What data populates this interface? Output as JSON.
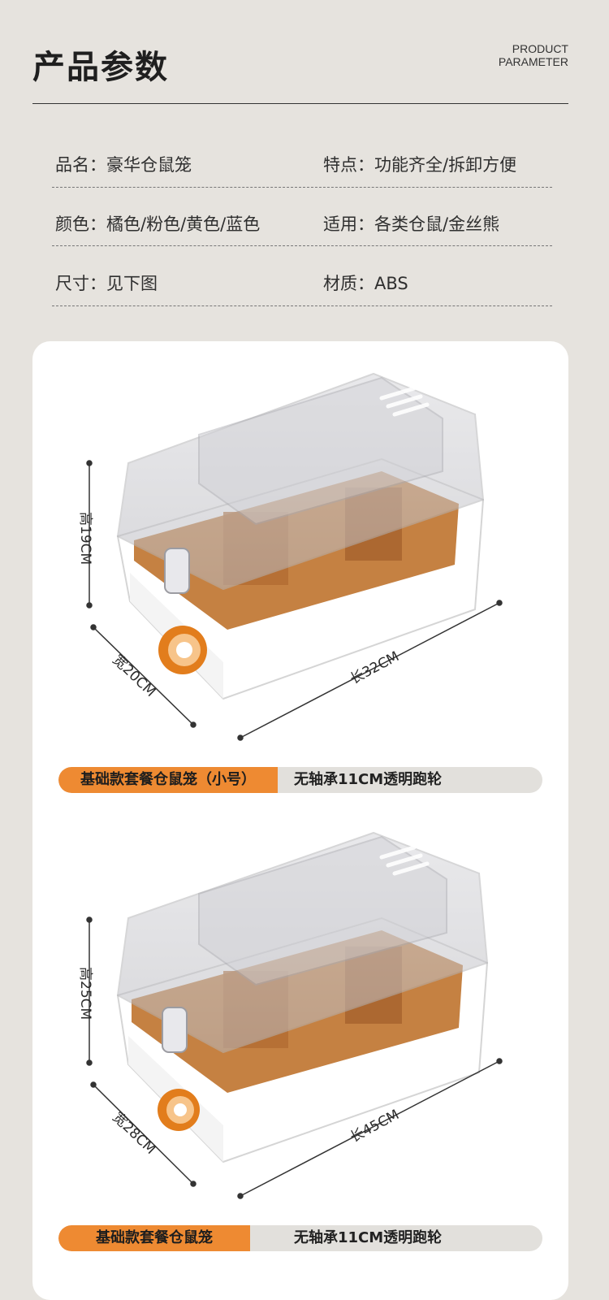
{
  "header": {
    "title": "产品参数",
    "title_en_line1": "PRODUCT",
    "title_en_line2": "PARAMETER"
  },
  "specs": [
    {
      "label": "品名：",
      "value": "豪华仓鼠笼"
    },
    {
      "label": "特点：",
      "value": "功能齐全/拆卸方便"
    },
    {
      "label": "颜色：",
      "value": "橘色/粉色/黄色/蓝色"
    },
    {
      "label": "适用：",
      "value": "各类仓鼠/金丝熊"
    },
    {
      "label": "尺寸：",
      "value": "见下图"
    },
    {
      "label": "材质：",
      "value": "ABS"
    }
  ],
  "products": [
    {
      "height_label": "高19CM",
      "width_label": "宽20CM",
      "length_label": "长32CM",
      "tag": "基础款套餐仓鼠笼（小号）",
      "desc": "无轴承11CM透明跑轮"
    },
    {
      "height_label": "高25CM",
      "width_label": "宽28CM",
      "length_label": "长45CM",
      "tag": "基础款套餐仓鼠笼",
      "desc": "无轴承11CM透明跑轮"
    }
  ],
  "colors": {
    "accent": "#ee8a32",
    "background": "#e6e3de",
    "card": "#ffffff",
    "interior": "#c27a38"
  }
}
